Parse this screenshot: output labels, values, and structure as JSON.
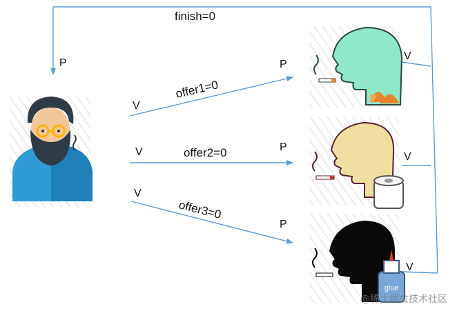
{
  "labels": {
    "finish": "finish=0",
    "offer1": "offer1=0",
    "offer2": "offer2=0",
    "offer3": "offer3=0",
    "p_top": "P",
    "p1": "P",
    "p2": "P",
    "p3": "P",
    "v_agent1": "V",
    "v_agent2": "V",
    "v_agent3": "V",
    "v_smoker1": "V",
    "v_smoker2": "V",
    "v_smoker3": "V",
    "glue_label": "glue"
  },
  "colors": {
    "arrow": "#5b9bd5",
    "smoker1_skin": "#8fe8c8",
    "smoker2_skin": "#f0dfa0",
    "smoker3_skin": "#0a0a0a",
    "agent_shirt": "#2e9ad6",
    "agent_skin": "#f2c79a",
    "agent_hair": "#2f3b45",
    "leaf": "#e8832a",
    "glue_body": "#7aa7d8"
  },
  "icons": {
    "agent": "agent-person-icon",
    "smoker1": "smoker-with-tobacco-icon",
    "smoker2": "smoker-with-paper-icon",
    "smoker3": "smoker-with-glue-icon"
  },
  "watermark": "@稀土掘金技术社区"
}
